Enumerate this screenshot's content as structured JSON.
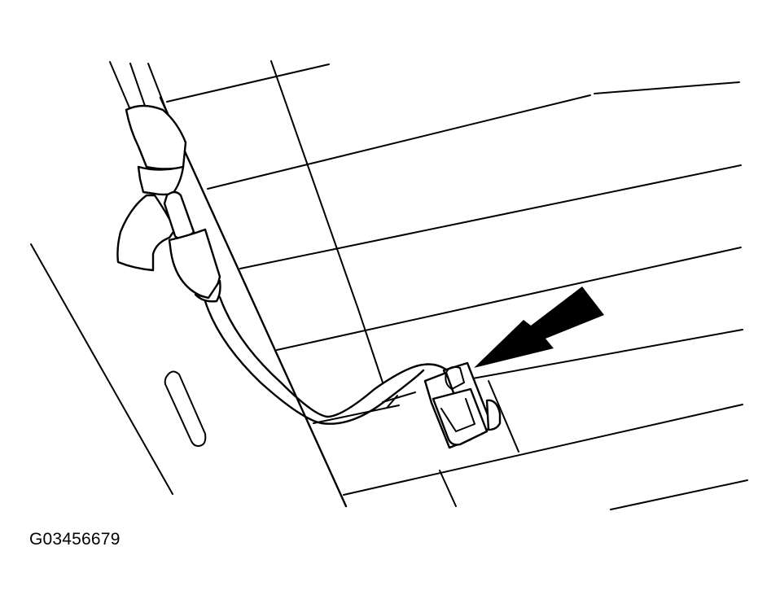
{
  "figure": {
    "caption_id": "G03456679",
    "subject": "connector-location-diagram",
    "elements": {
      "panel": "ribbed-panel",
      "harness": "wiring-harness-with-grommet",
      "connector": "electrical-connector",
      "indicator": "pointer-arrow-icon",
      "slot": "oblong-slot"
    },
    "colors": {
      "line": "#000000",
      "background": "#ffffff"
    }
  }
}
